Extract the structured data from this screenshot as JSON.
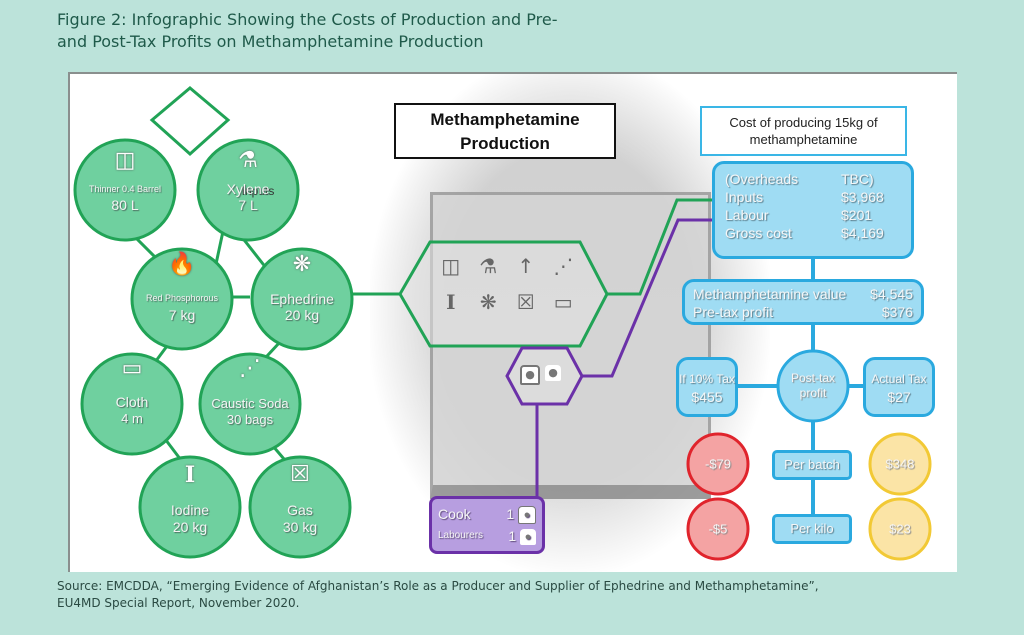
{
  "figure": {
    "title": "Figure 2: Infographic Showing the Costs of Production and Pre-and Post-Tax Profits on Methamphetamine Production",
    "title_line1": "Figure 2: Infographic Showing the Costs of Production and Pre-",
    "title_line2": "and Post-Tax Profits on Methamphetamine Production",
    "source_line1": "Source: EMCDDA, “Emerging Evidence of Afghanistan’s Role as a Producer and Supplier of Ephedrine and Methamphetamine”,",
    "source_line2": "EU4MD Special Report, November 2020."
  },
  "colors": {
    "background": "#bce3da",
    "green": "#21a356",
    "green_fill": "#6fd09f",
    "blue": "#2aa9df",
    "blue_fill": "#9fdcf3",
    "purple": "#6b31a8",
    "purple_fill": "#b79ee0",
    "red": "#e0242c",
    "red_fill": "#f4a3a3",
    "yellow": "#f2c935",
    "yellow_fill": "#fbe4a6"
  },
  "diagram": {
    "center_title_line1": "Methamphetamine",
    "center_title_line2": "Production",
    "inputs_label": "Inputs",
    "inputs": [
      {
        "name": "Thinner 0.4 Barrel",
        "amount": "80 L",
        "icon": "barrel-icon"
      },
      {
        "name": "Xylene",
        "amount": "7 L",
        "icon": "flask-icon"
      },
      {
        "name": "Red Phosphorous",
        "amount": "7 kg",
        "icon": "match-icon"
      },
      {
        "name": "Ephedrine",
        "amount": "20 kg",
        "icon": "ephedra-plant-icon"
      },
      {
        "name": "Cloth",
        "amount": "4 m",
        "icon": "cloth-icon"
      },
      {
        "name": "Caustic Soda",
        "amount": "30 bags",
        "icon": "molecule-icon"
      },
      {
        "name": "Iodine",
        "amount": "20 kg",
        "icon": "iodine-icon"
      },
      {
        "name": "Gas",
        "amount": "30 kg",
        "icon": "jerrycan-icon"
      }
    ],
    "labour": {
      "cook_label": "Cook",
      "cook_count": "1",
      "labourers_label": "Labourers",
      "labourers_count": "1"
    },
    "cost": {
      "title_line1": "Cost of producing 15kg of",
      "title_line2": "methamphetamine",
      "rows": [
        {
          "label": "(Overheads",
          "value": "TBC)"
        },
        {
          "label": "Inputs",
          "value": "$3,968"
        },
        {
          "label": "Labour",
          "value": "$201"
        },
        {
          "label": "Gross cost",
          "value": "$4,169"
        }
      ]
    },
    "value": {
      "rows": [
        {
          "label": "Methamphetamine value",
          "value": "$4,545"
        },
        {
          "label": "Pre-tax profit",
          "value": "$376"
        }
      ]
    },
    "tax": {
      "hypothetical_label": "If 10% Tax",
      "hypothetical_value": "$455",
      "post_tax_line1": "Post-tax",
      "post_tax_line2": "profit",
      "actual_label": "Actual Tax",
      "actual_value": "$27"
    },
    "post_tax": {
      "per_batch_label": "Per batch",
      "per_kilo_label": "Per kilo",
      "hypothetical_per_batch": "-$79",
      "hypothetical_per_kilo": "-$5",
      "actual_per_batch": "$348",
      "actual_per_kilo": "$23"
    }
  }
}
